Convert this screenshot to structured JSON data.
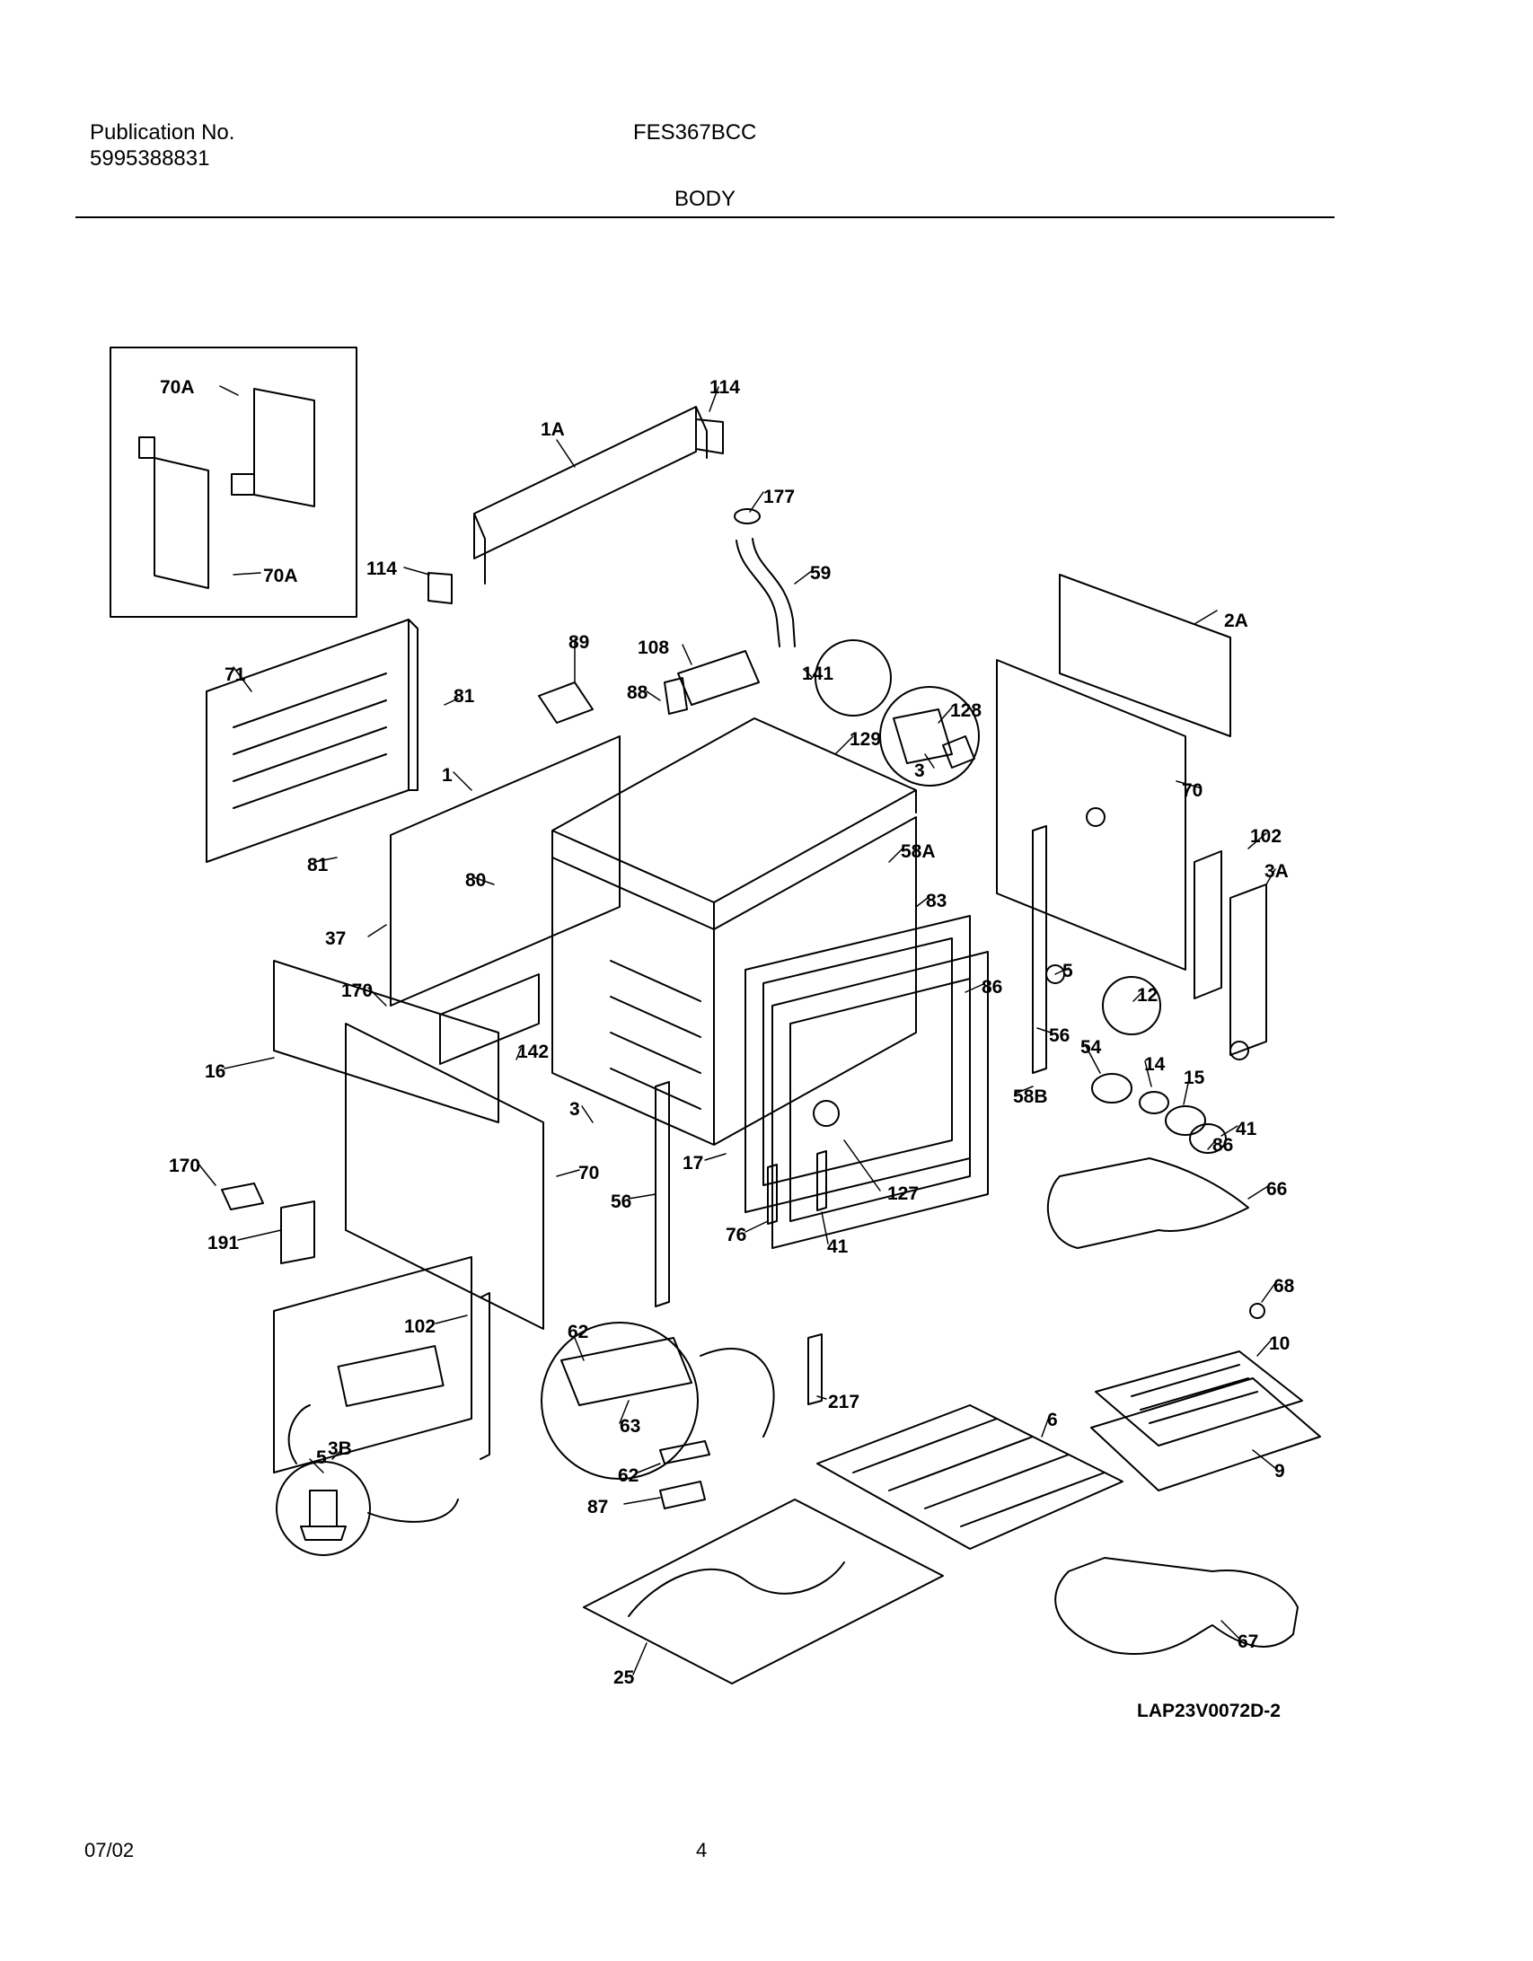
{
  "header": {
    "publication_label": "Publication No.",
    "publication_number": "5995388831",
    "model": "FES367BCC",
    "section": "BODY"
  },
  "diagram": {
    "code": "LAP23V0072D-2",
    "callouts": [
      "70A",
      "70A",
      "114",
      "1A",
      "114",
      "177",
      "59",
      "89",
      "108",
      "141",
      "88",
      "128",
      "2A",
      "129",
      "3",
      "71",
      "81",
      "1",
      "70",
      "102",
      "3A",
      "81",
      "80",
      "58A",
      "83",
      "37",
      "5",
      "12",
      "86",
      "56",
      "170",
      "142",
      "54",
      "14",
      "15",
      "16",
      "3",
      "58B",
      "41",
      "17",
      "86",
      "170",
      "70",
      "127",
      "56",
      "76",
      "66",
      "191",
      "41",
      "68",
      "102",
      "62",
      "10",
      "217",
      "6",
      "3B",
      "63",
      "9",
      "5",
      "62",
      "87",
      "67",
      "25"
    ]
  },
  "footer": {
    "date": "07/02",
    "page": "4"
  }
}
